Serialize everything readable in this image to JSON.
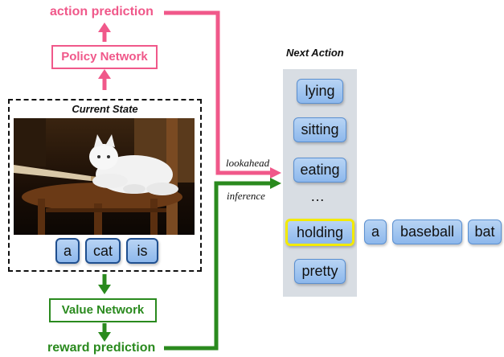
{
  "labels": {
    "action_prediction": "action prediction",
    "policy_network": "Policy Network",
    "current_state": "Current State",
    "value_network": "Value Network",
    "reward_prediction": "reward prediction",
    "next_action": "Next Action",
    "lookahead": "lookahead",
    "inference": "inference",
    "ellipsis": "…"
  },
  "state_words": [
    "a",
    "cat",
    "is"
  ],
  "candidate_actions": [
    "lying",
    "sitting",
    "eating",
    "holding",
    "pretty"
  ],
  "selected_action": "holding",
  "continuation_words": [
    "a",
    "baseball",
    "bat"
  ],
  "colors": {
    "policy": "#f0588a",
    "value": "#2a8a1e",
    "word_fill": "#a9c9f0",
    "highlight": "#f3ea00",
    "panel": "#d8dde3"
  },
  "icons": {
    "image": "cat-photo"
  }
}
